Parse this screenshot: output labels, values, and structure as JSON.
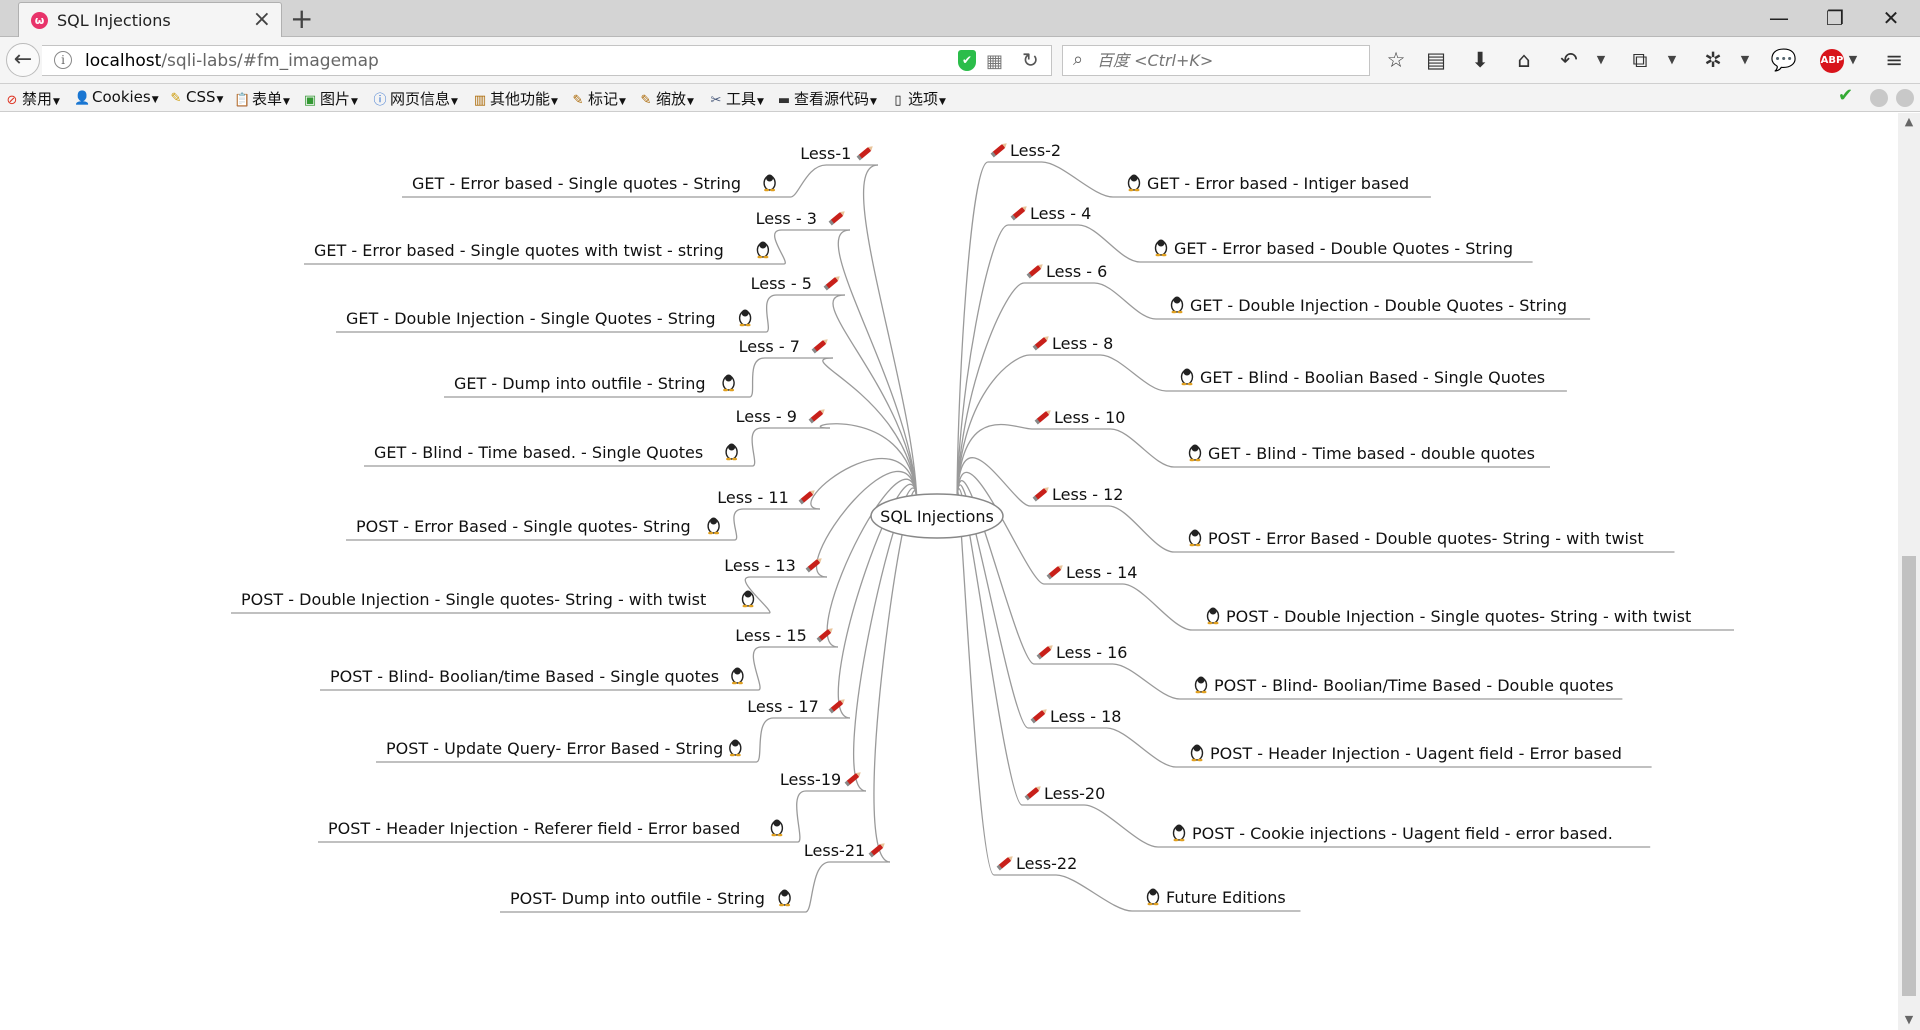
{
  "tab": {
    "title": "SQL Injections",
    "favicon": "firefox-dev-icon"
  },
  "window": {
    "minimize": "—",
    "restore": "❐",
    "close": "✕"
  },
  "nav": {
    "url_host": "localhost",
    "url_path": "/sqli-labs/#fm_imagemap",
    "search_placeholder": "百度 <Ctrl+K>"
  },
  "toolbar": {
    "items": [
      "禁用",
      "Cookies",
      "CSS",
      "表单",
      "图片",
      "网页信息",
      "其他功能",
      "标记",
      "缩放",
      "工具",
      "查看源代码",
      "选项"
    ]
  },
  "mindmap": {
    "center": "SQL Injections",
    "left": [
      {
        "less": "Less-1",
        "title": "GET - Error based - Single quotes - String"
      },
      {
        "less": "Less - 3",
        "title": "GET - Error based - Single quotes with twist - string"
      },
      {
        "less": "Less - 5",
        "title": "GET - Double Injection - Single Quotes - String"
      },
      {
        "less": "Less - 7",
        "title": "GET - Dump into outfile - String"
      },
      {
        "less": "Less - 9",
        "title": "GET - Blind - Time based. -  Single Quotes"
      },
      {
        "less": "Less - 11",
        "title": "POST - Error Based - Single quotes- String"
      },
      {
        "less": "Less - 13",
        "title": "POST - Double Injection - Single quotes- String - with twist"
      },
      {
        "less": "Less - 15",
        "title": "POST - Blind- Boolian/time Based - Single quotes"
      },
      {
        "less": "Less - 17",
        "title": "POST - Update Query- Error Based - String"
      },
      {
        "less": "Less-19",
        "title": "POST - Header Injection - Referer field - Error based"
      },
      {
        "less": "Less-21",
        "title": "POST- Dump into outfile - String"
      }
    ],
    "right": [
      {
        "less": "Less-2",
        "title": "GET - Error based - Intiger based"
      },
      {
        "less": "Less - 4",
        "title": "GET - Error based - Double Quotes - String"
      },
      {
        "less": "Less - 6",
        "title": "GET - Double Injection - Double Quotes - String"
      },
      {
        "less": "Less - 8",
        "title": "GET - Blind - Boolian Based - Single Quotes"
      },
      {
        "less": "Less - 10",
        "title": "GET - Blind - Time based - double quotes"
      },
      {
        "less": "Less - 12",
        "title": "POST - Error Based - Double quotes- String - with twist"
      },
      {
        "less": "Less - 14",
        "title": "POST - Double Injection - Single quotes- String - with twist"
      },
      {
        "less": "Less - 16",
        "title": "POST - Blind- Boolian/Time Based - Double quotes"
      },
      {
        "less": "Less - 18",
        "title": "POST - Header Injection - Uagent field - Error based"
      },
      {
        "less": "Less-20",
        "title": "POST - Cookie injections - Uagent field - error based."
      },
      {
        "less": "Less-22",
        "title": "Future Editions"
      }
    ]
  }
}
